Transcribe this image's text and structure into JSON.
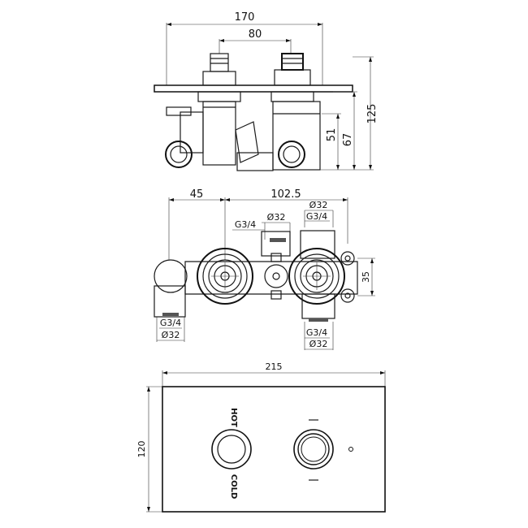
{
  "top_view": {
    "dim_total_width": "170",
    "dim_center_distance": "80",
    "dim_height_total": "125",
    "dim_height_mid": "67",
    "dim_height_low": "51"
  },
  "middle_view": {
    "dim_left_offset": "45",
    "dim_width": "102.5",
    "thread_top_right": "G3/4",
    "dia_top_right": "Ø32",
    "thread_top_center": "G3/4",
    "dia_top_center": "Ø32",
    "thread_bottom_left": "G3/4",
    "dia_bottom_left": "Ø32",
    "thread_bottom_right": "G3/4",
    "dia_bottom_right": "Ø32",
    "dim_right_height": "35"
  },
  "faceplate": {
    "dim_width": "215",
    "dim_height": "120",
    "label_hot": "HOT",
    "label_cold": "COLD"
  }
}
